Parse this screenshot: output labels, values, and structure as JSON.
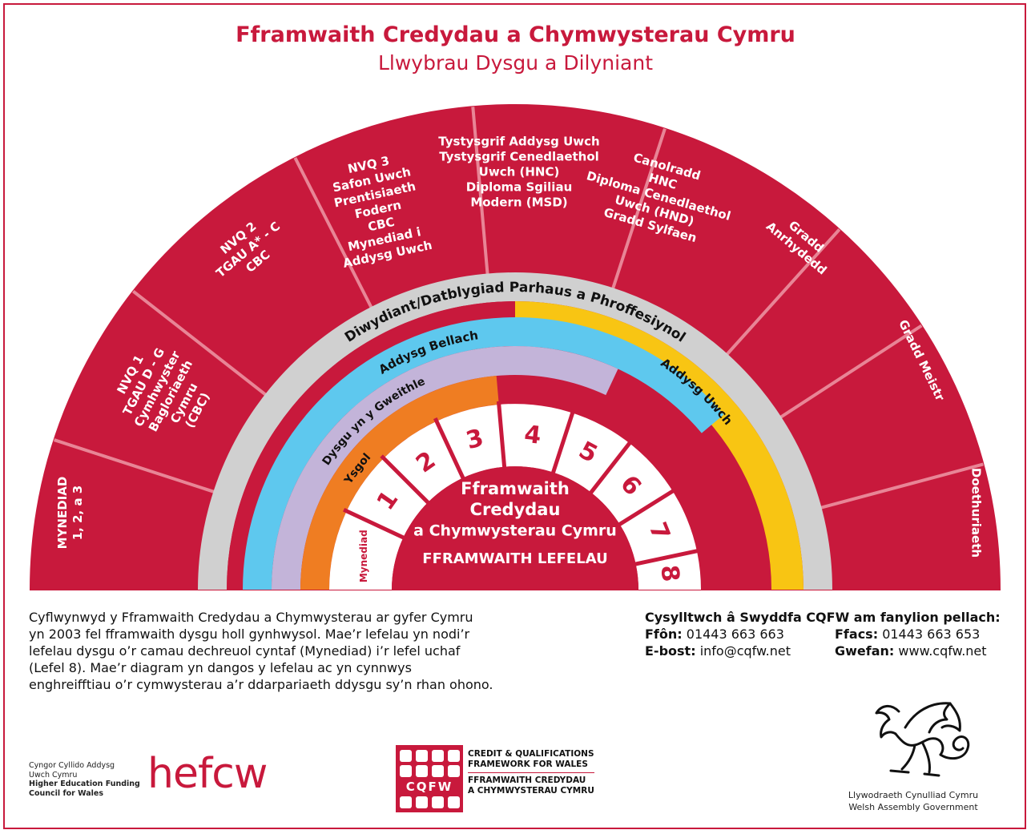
{
  "title": "Fframwaith Credydau a Chymwysterau Cymru",
  "subtitle": "Llwybrau Dysgu a Dilyniant",
  "colors": {
    "red": "#c8193c",
    "grey": "#d0d0d0",
    "blue": "#5ec8ee",
    "lilac": "#c3b4d9",
    "orange": "#ef7d22",
    "yellow": "#f8c513",
    "white": "#ffffff"
  },
  "outer_sectors": [
    [
      "MYNEDIAD",
      "1, 2, a 3"
    ],
    [
      "NVQ 1",
      "TGAU D - G",
      "Cymhwyster",
      "Bagloriaeth",
      "Cymru",
      "(CBC)"
    ],
    [
      "NVQ 2",
      "TGAU A* - C",
      "CBC"
    ],
    [
      "NVQ 3",
      "Safon Uwch",
      "Prentisiaeth",
      "Fodern",
      "CBC",
      "Mynediad i",
      "Addysg Uwch"
    ],
    [
      "Tystysgrif Addysg Uwch",
      "Tystysgrif Cenedlaethol",
      "Uwch (HNC)",
      "Diploma Sgiliau",
      "Modern (MSD)"
    ],
    [
      "Canolradd",
      "HNC",
      "Diploma Cenedlaethol",
      "Uwch (HND)",
      "Gradd Sylfaen"
    ],
    [
      "Gradd",
      "Anrhydedd"
    ],
    [
      "Gradd Meistr"
    ],
    [
      "Doethuriaeth"
    ]
  ],
  "bands": {
    "cpd": "Diwydiant/Datblygiad Parhaus a Phroffesiynol",
    "further_education": "Addysg Bellach",
    "higher_education": "Addysg Uwch",
    "work_based": "Dysgu yn y Gweithle",
    "school": "Ysgol"
  },
  "levels": [
    "Mynediad",
    "1",
    "2",
    "3",
    "4",
    "5",
    "6",
    "7",
    "8"
  ],
  "center": {
    "line1": "Fframwaith",
    "line2": "Credydau",
    "line3": "a Chymwysterau Cymru",
    "line4": "FFRAMWAITH LEFELAU"
  },
  "description": [
    "Cyflwynwyd y Fframwaith Credydau a Chymwysterau ar gyfer Cymru",
    "yn 2003 fel fframwaith dysgu holl gynhwysol. Mae’r lefelau yn nodi’r",
    "lefelau dysgu o’r camau dechreuol  cyntaf (Mynediad) i’r lefel uchaf",
    "(Lefel 8). Mae’r diagram yn dangos y lefelau ac yn cynnwys",
    "enghreifftiau o’r cymwysterau a’r ddarpariaeth ddysgu sy’n rhan ohono."
  ],
  "contact": {
    "heading": "Cysylltwch â Swyddfa CQFW am fanylion pellach:",
    "phone_label": "Ffôn:",
    "phone": "01443 663 663",
    "fax_label": "Ffacs:",
    "fax": "01443 663 653",
    "email_label": "E-bost:",
    "email": "info@cqfw.net",
    "web_label": "Gwefan:",
    "web": "www.cqfw.net"
  },
  "hefcw": {
    "line1": "Cyngor Cyllido Addysg",
    "line2": "Uwch Cymru",
    "line3": "Higher Education Funding",
    "line4": "Council for Wales",
    "logo": "hefcw"
  },
  "cqfw": {
    "mark": "CQFW",
    "en1": "CREDIT & QUALIFICATIONS",
    "en2": "FRAMEWORK FOR WALES",
    "cy1": "FFRAMWAITH CREDYDAU",
    "cy2": "A CHYMWYSTERAU CYMRU"
  },
  "wag": {
    "line1": "Llywodraeth Cynulliad Cymru",
    "line2": "Welsh Assembly Government"
  }
}
